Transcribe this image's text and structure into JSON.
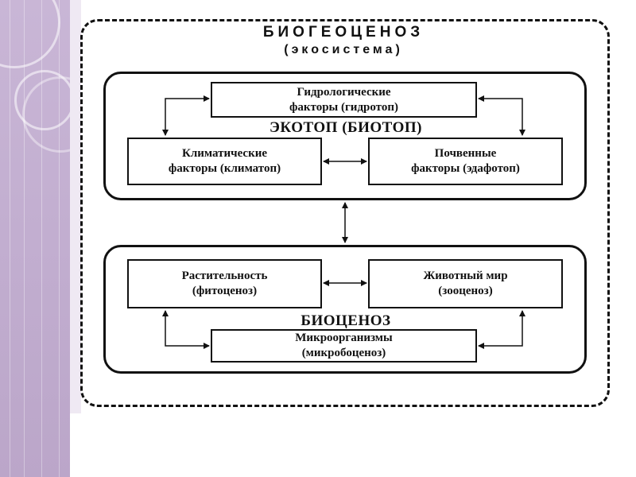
{
  "diagram": {
    "title": "БИОГЕОЦЕНОЗ",
    "subtitle": "(экосистема)",
    "ecotope": {
      "label": "ЭКОТОП (БИОТОП)",
      "hydro": {
        "line1": "Гидрологические",
        "line2": "факторы (гидротоп)"
      },
      "climate": {
        "line1": "Климатические",
        "line2": "факторы (климатоп)"
      },
      "soil": {
        "line1": "Почвенные",
        "line2": "факторы (эдафотоп)"
      }
    },
    "biocenosis": {
      "label": "БИОЦЕНОЗ",
      "plants": {
        "line1": "Растительность",
        "line2": "(фитоценоз)"
      },
      "animals": {
        "line1": "Животный мир",
        "line2": "(зооценоз)"
      },
      "microbes": {
        "line1": "Микроорганизмы",
        "line2": "(микробоценоз)"
      }
    }
  },
  "colors": {
    "sidebar": "#c2aed0",
    "ink": "#111111",
    "background": "#ffffff"
  }
}
